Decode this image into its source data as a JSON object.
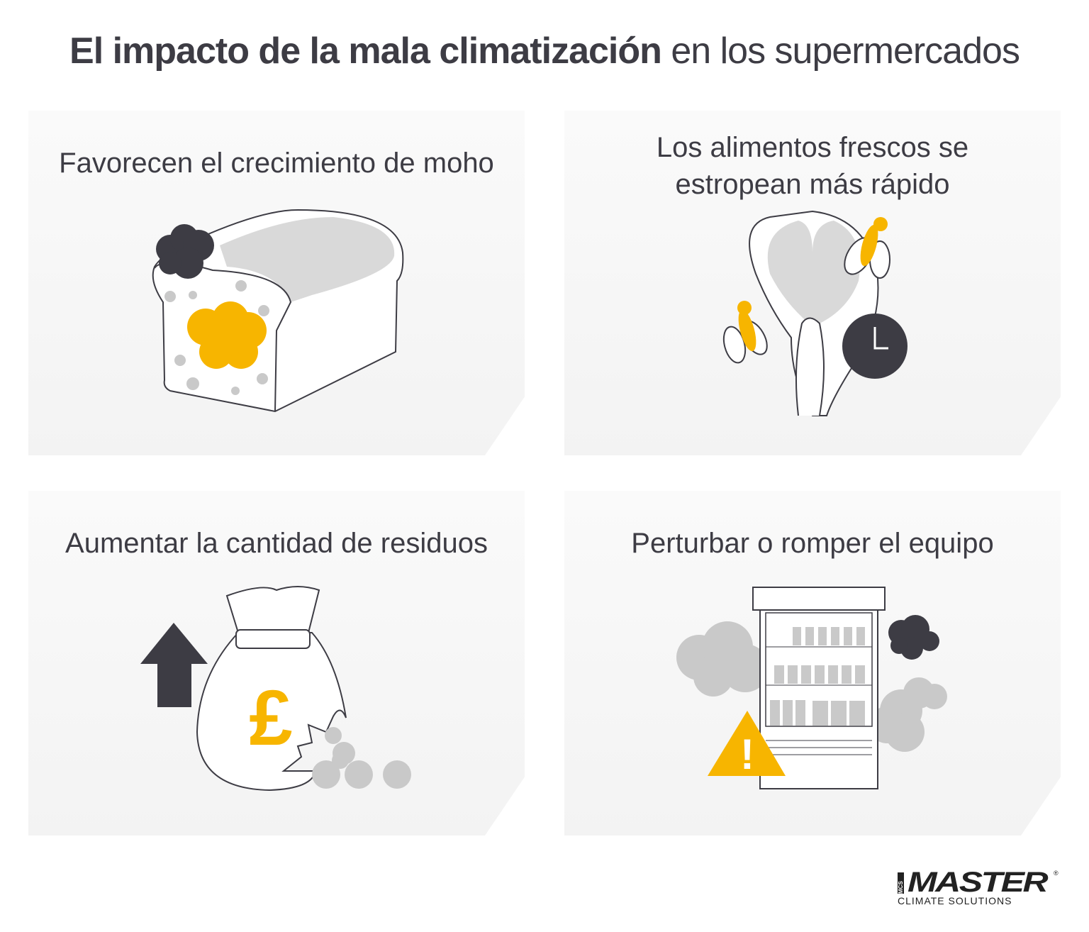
{
  "title": {
    "bold": "El impacto de la mala climatización",
    "light": "en los supermercados"
  },
  "cards": [
    {
      "heading": "Favorecen el crecimiento de moho",
      "icon": "moldy-bread-icon"
    },
    {
      "heading_line1": "Los alimentos frescos se",
      "heading_line2": "estropean más rápido",
      "icon": "fish-flies-clock-icon"
    },
    {
      "heading": "Aumentar la cantidad de residuos",
      "icon": "money-bag-pound-icon",
      "currency_symbol": "£"
    },
    {
      "heading": "Perturbar o romper el equipo",
      "icon": "broken-fridge-warning-icon",
      "warning_symbol": "!"
    }
  ],
  "logo": {
    "brand": "MASTER",
    "prefix": "MCS",
    "registered": "®",
    "tagline": "CLIMATE SOLUTIONS"
  },
  "colors": {
    "dark": "#3d3c44",
    "accent": "#f7b500",
    "gray": "#c9c9c9"
  }
}
